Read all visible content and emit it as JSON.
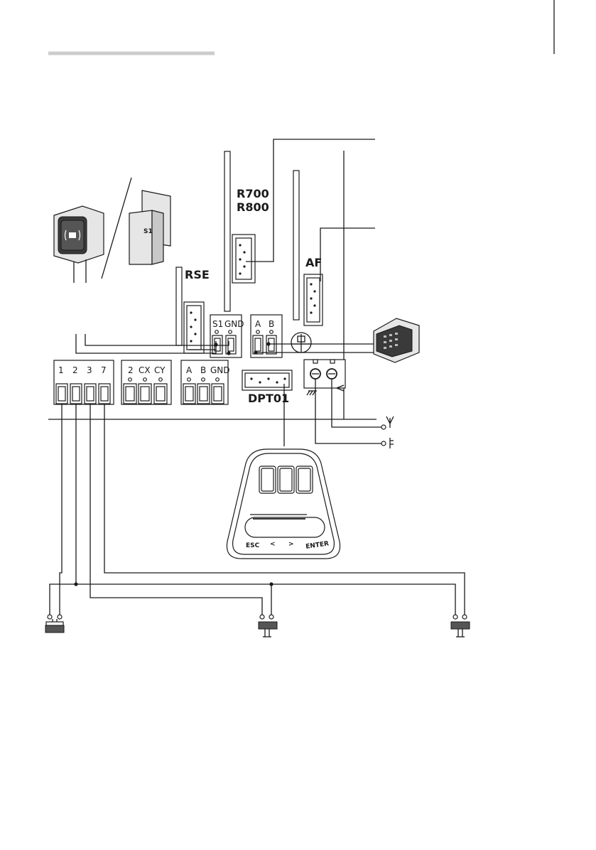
{
  "labels": {
    "r700": "R700",
    "r800": "R800",
    "af": "AF",
    "rse": "RSE",
    "dpt01": "DPT01",
    "s1_module": "S1"
  },
  "terminals": {
    "main": [
      "1",
      "2",
      "3",
      "7"
    ],
    "cx_group": [
      "2",
      "CX",
      "CY"
    ],
    "abgnd_group": [
      "A",
      "B",
      "GND"
    ],
    "s1gnd_group": [
      "S1",
      "GND"
    ],
    "ab_group": [
      "A",
      "B"
    ]
  },
  "keypad": {
    "keys": [
      "ESC",
      "<",
      ">",
      "ENTER"
    ]
  },
  "colors": {
    "line": "#1a1a1a",
    "device_fill": "#e6e6e6",
    "header_rule": "#cccccc"
  },
  "icons": [
    "antenna-icon",
    "earth-ground-icon",
    "reset-icon",
    "contactless-icon"
  ]
}
